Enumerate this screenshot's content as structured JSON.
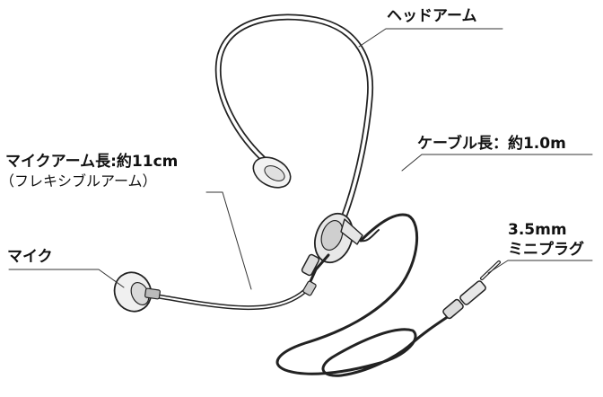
{
  "labels": {
    "head_arm": "ヘッドアーム",
    "cable_length": "ケーブル長：約1.0m",
    "mic_arm_length": "マイクアーム長:約11cm",
    "mic_arm_note": "（フレキシブルアーム）",
    "plug_size": "3.5mm",
    "plug_type": "ミニプラグ",
    "mic": "マイク"
  }
}
